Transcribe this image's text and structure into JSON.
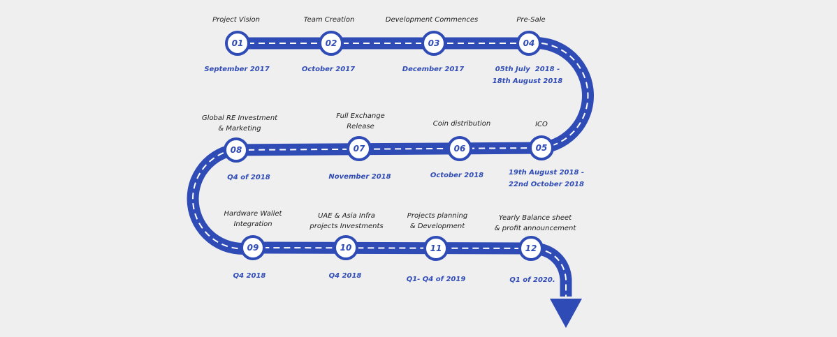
{
  "colors": {
    "road": "#2f4bb5",
    "dash": "#ffffff",
    "node_fill": "#ffffff",
    "date": "#2f4bb5",
    "label": "#1d1d1d",
    "background": "#efeff0"
  },
  "milestones": [
    {
      "num": "01",
      "label": "Project Vision",
      "date": "September 2017"
    },
    {
      "num": "02",
      "label": "Team Creation",
      "date": "October 2017"
    },
    {
      "num": "03",
      "label": "Development Commences",
      "date": "December 2017"
    },
    {
      "num": "04",
      "label": "Pre-Sale",
      "date": "05th July  2018 -\n18th August 2018"
    },
    {
      "num": "05",
      "label": "ICO",
      "date": "19th August 2018 -\n22nd October 2018"
    },
    {
      "num": "06",
      "label": "Coin distribution",
      "date": "October 2018"
    },
    {
      "num": "07",
      "label": "Full Exchange\nRelease",
      "date": "November 2018"
    },
    {
      "num": "08",
      "label": "Global RE Investment\n& Marketing",
      "date": "Q4 of 2018"
    },
    {
      "num": "09",
      "label": "Hardware Wallet\nIntegration",
      "date": "Q4  2018"
    },
    {
      "num": "10",
      "label": "UAE & Asia Infra\nprojects Investments",
      "date": "Q4 2018"
    },
    {
      "num": "11",
      "label": "Projects planning\n& Development",
      "date": "Q1- Q4 of 2019"
    },
    {
      "num": "12",
      "label": "Yearly Balance sheet\n& profit announcement",
      "date": "Q1 of 2020."
    }
  ]
}
